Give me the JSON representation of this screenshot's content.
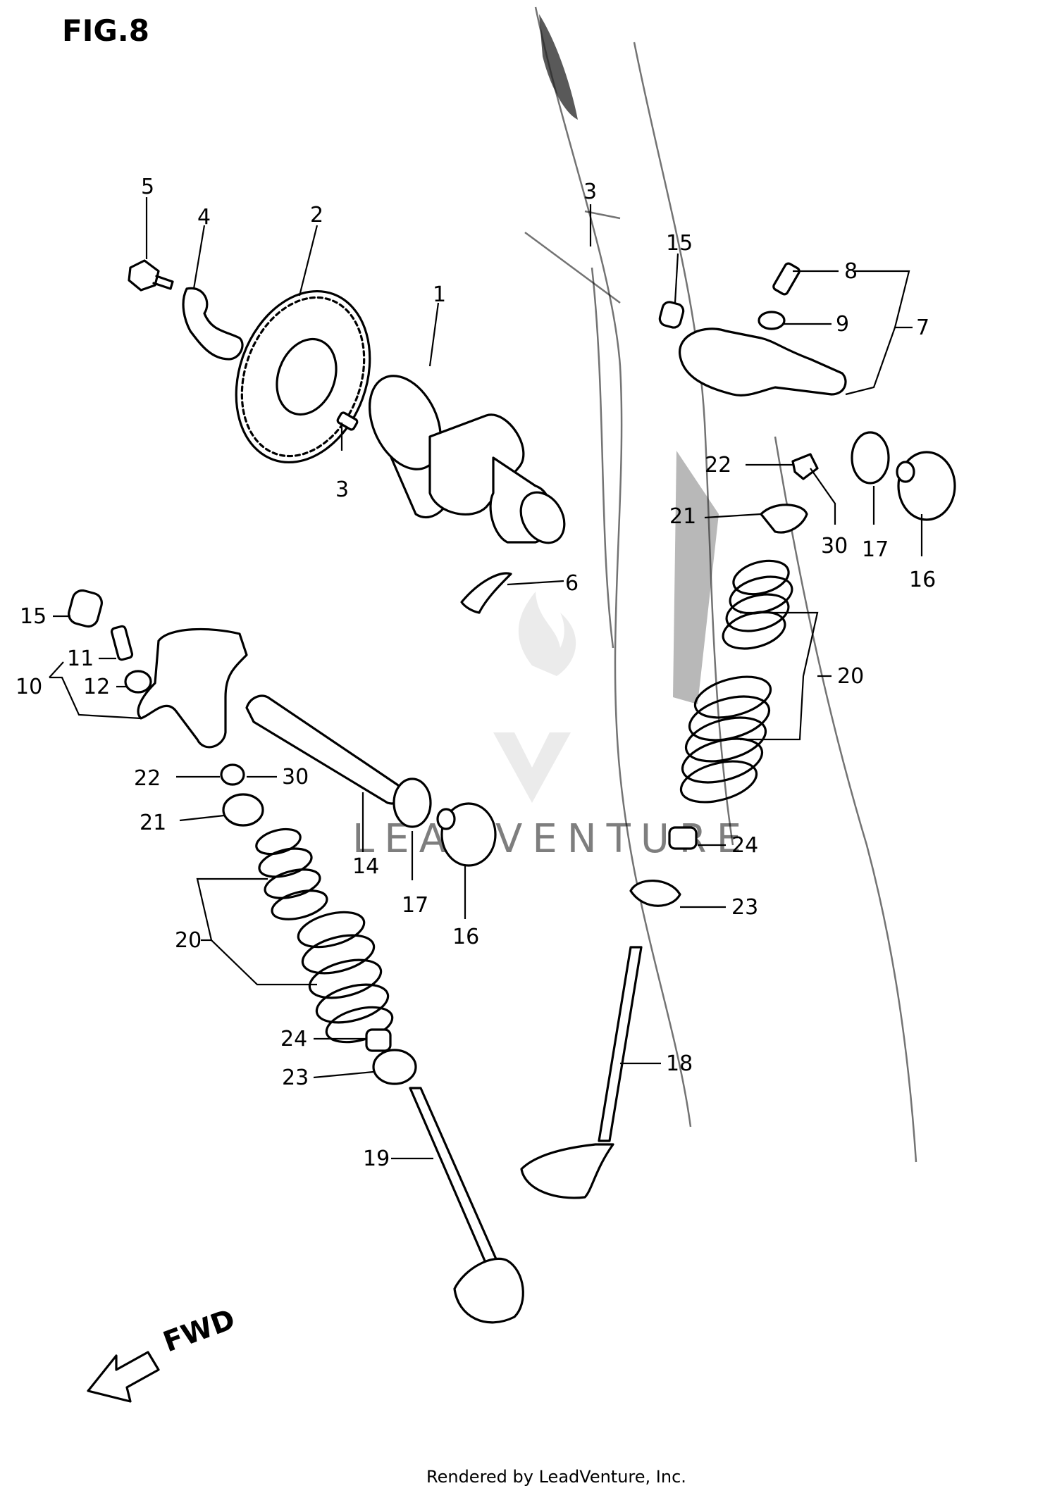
{
  "figure_title": "FIG.8",
  "direction_label": "FWD",
  "watermark": "LEADVENTURE",
  "footer_text": "Rendered by LeadVenture, Inc.",
  "callouts": {
    "c1": "1",
    "c2": "2",
    "c3a": "3",
    "c3b": "3",
    "c4": "4",
    "c5": "5",
    "c6": "6",
    "c7": "7",
    "c8": "8",
    "c9": "9",
    "c10": "10",
    "c11": "11",
    "c12": "12",
    "c14": "14",
    "c15a": "15",
    "c15b": "15",
    "c16a": "16",
    "c16b": "16",
    "c17a": "17",
    "c17b": "17",
    "c18": "18",
    "c19": "19",
    "c20a": "20",
    "c20b": "20",
    "c21a": "21",
    "c21b": "21",
    "c22a": "22",
    "c22b": "22",
    "c23a": "23",
    "c23b": "23",
    "c24a": "24",
    "c24b": "24",
    "c30a": "30",
    "c30b": "30"
  }
}
